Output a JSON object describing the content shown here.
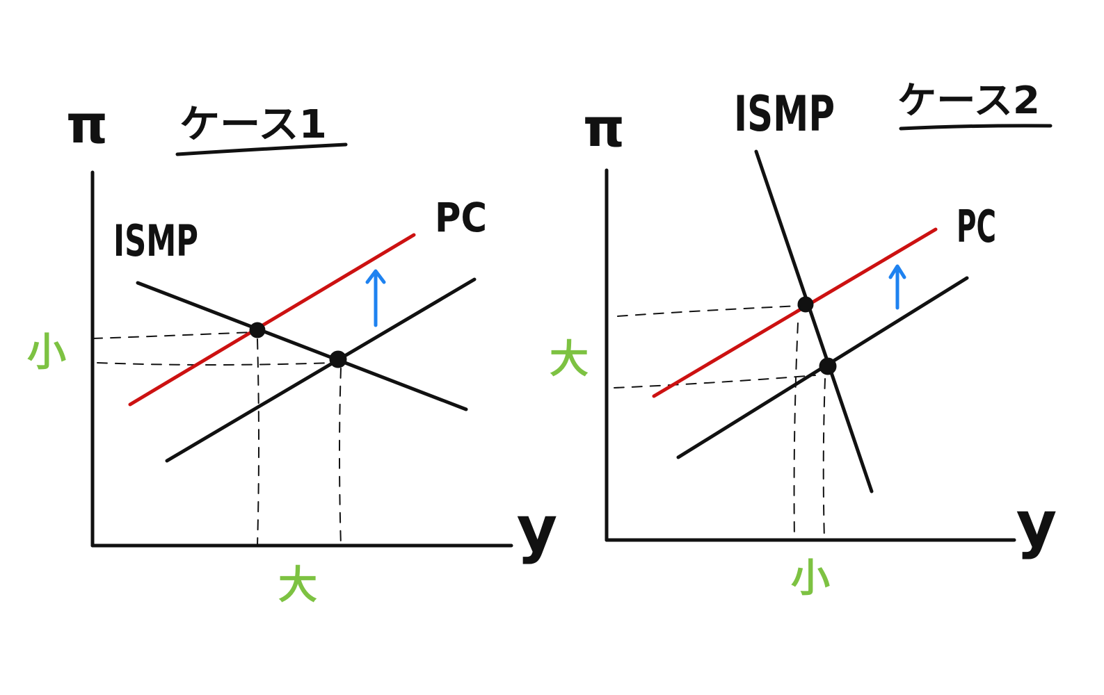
{
  "panels": [
    {
      "title": "ケース1",
      "y_axis_label": "π",
      "x_axis_label": "y",
      "ismp_label": "ISMP",
      "pc_label": "PC",
      "y_axis_note": "小",
      "x_axis_note": "大"
    },
    {
      "title": "ケース2",
      "y_axis_label": "π",
      "x_axis_label": "y",
      "ismp_label": "ISMP",
      "pc_label": "PC",
      "y_axis_note": "大",
      "x_axis_note": "小"
    }
  ],
  "colors": {
    "ink": "#111111",
    "shifted_pc": "#cc1111",
    "shift_arrow": "#1e82f0",
    "note": "#7dc242"
  }
}
